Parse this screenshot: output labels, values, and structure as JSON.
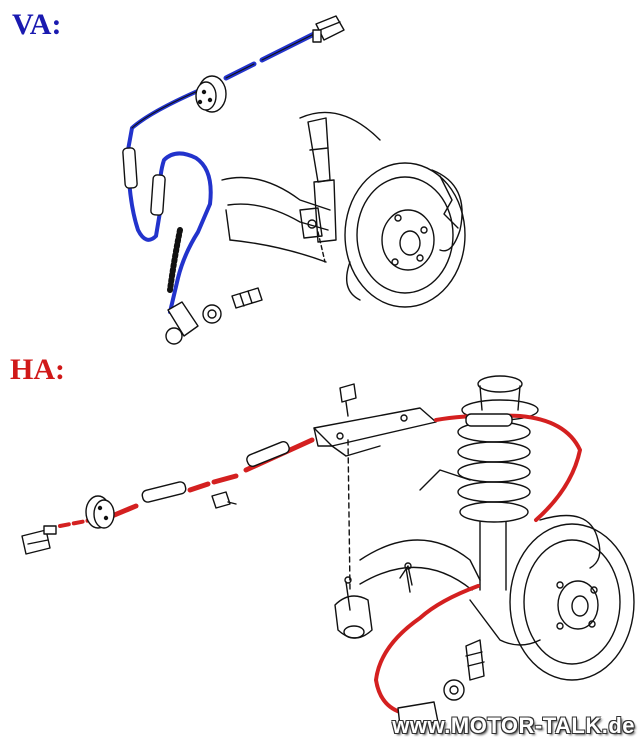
{
  "labels": {
    "front": "VA:",
    "rear": "HA:"
  },
  "watermark": "www.MOTOR-TALK.de",
  "colors": {
    "front_cable": "#2233cc",
    "front_label": "#1a1ab0",
    "rear_cable": "#d42020",
    "rear_label": "#d01818",
    "line_art": "#111111",
    "background": "#ffffff"
  }
}
